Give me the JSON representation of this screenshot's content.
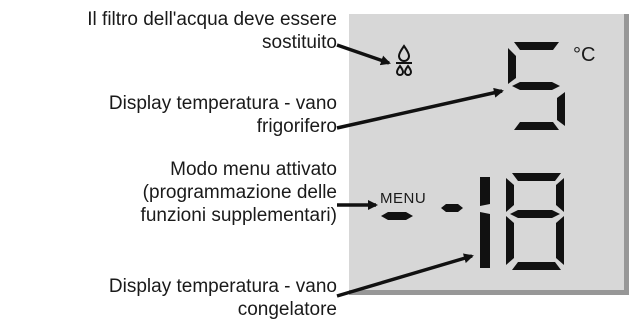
{
  "labels": {
    "filter": [
      "Il filtro dell'acqua deve essere",
      "sostituito"
    ],
    "fridge_display": [
      "Display temperatura - vano",
      "frigorifero"
    ],
    "menu_mode": [
      "Modo menu attivato",
      "(programmazione delle",
      "funzioni supplementari)"
    ],
    "freezer_display": [
      "Display temperatura - vano",
      "congelatore"
    ]
  },
  "display": {
    "fridge_temperature": "5",
    "freezer_temperature": "-18",
    "unit": "°C",
    "menu_indicator": "MENU",
    "filter_icon": "water-drops-icon"
  },
  "colors": {
    "lcd_background": "#d7d7d7",
    "lcd_shadow": "#979797",
    "segment": "#111111",
    "arrow": "#111111"
  }
}
